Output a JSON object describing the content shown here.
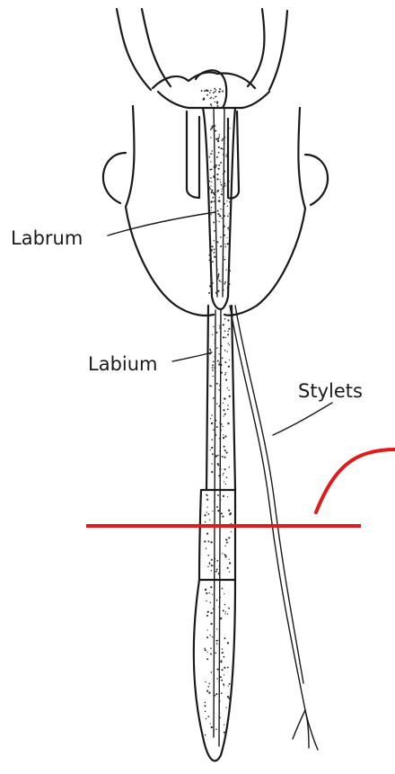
{
  "labels": {
    "labrum": "Labrum",
    "labium": "Labium",
    "stylets": "Stylets"
  },
  "colors": {
    "ink": "#1a1a1a",
    "annotation": "#e01b1b"
  }
}
